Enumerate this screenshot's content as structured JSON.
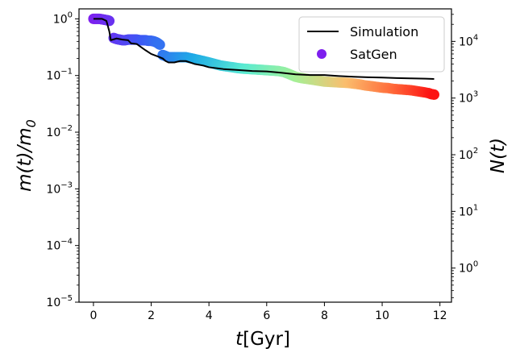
{
  "chart_data": {
    "type": "scatter",
    "xlabel_italic": "t",
    "xlabel_unit": "[Gyr]",
    "ylabel_left": "m(t)/m",
    "ylabel_left_sub": "0",
    "ylabel_right": "N(t)",
    "xlim": [
      -0.5,
      12.4
    ],
    "ylim_left": [
      1e-05,
      1.5
    ],
    "ylim_right": [
      0.25,
      37500
    ],
    "yscale": "log",
    "grid": false,
    "legend_position": "top-right",
    "x_ticks": [
      0,
      2,
      4,
      6,
      8,
      10,
      12
    ],
    "x_tick_labels": [
      "0",
      "2",
      "4",
      "6",
      "8",
      "10",
      "12"
    ],
    "left_ticks": [
      {
        "value": 1,
        "base": "10",
        "exp": "0"
      },
      {
        "value": 0.1,
        "base": "10",
        "exp": "−1"
      },
      {
        "value": 0.01,
        "base": "10",
        "exp": "−2"
      },
      {
        "value": 0.001,
        "base": "10",
        "exp": "−3"
      },
      {
        "value": 0.0001,
        "base": "10",
        "exp": "−4"
      },
      {
        "value": 1e-05,
        "base": "10",
        "exp": "−5"
      }
    ],
    "right_ticks": [
      {
        "value": 10000,
        "base": "10",
        "exp": "4"
      },
      {
        "value": 1000,
        "base": "10",
        "exp": "3"
      },
      {
        "value": 100,
        "base": "10",
        "exp": "2"
      },
      {
        "value": 10,
        "base": "10",
        "exp": "1"
      },
      {
        "value": 1,
        "base": "10",
        "exp": "0"
      }
    ],
    "series": [
      {
        "name": "Simulation",
        "kind": "line",
        "color": "#000000",
        "points": [
          [
            0,
            1.0
          ],
          [
            0.3,
            1.0
          ],
          [
            0.45,
            0.92
          ],
          [
            0.55,
            0.6
          ],
          [
            0.6,
            0.42
          ],
          [
            0.8,
            0.45
          ],
          [
            1.0,
            0.43
          ],
          [
            1.2,
            0.42
          ],
          [
            1.3,
            0.37
          ],
          [
            1.5,
            0.36
          ],
          [
            1.6,
            0.33
          ],
          [
            1.8,
            0.28
          ],
          [
            2.0,
            0.24
          ],
          [
            2.1,
            0.23
          ],
          [
            2.3,
            0.21
          ],
          [
            2.4,
            0.2
          ],
          [
            2.5,
            0.18
          ],
          [
            2.6,
            0.17
          ],
          [
            2.8,
            0.17
          ],
          [
            3.0,
            0.18
          ],
          [
            3.2,
            0.18
          ],
          [
            3.5,
            0.16
          ],
          [
            3.8,
            0.15
          ],
          [
            4.0,
            0.14
          ],
          [
            4.5,
            0.13
          ],
          [
            5.0,
            0.125
          ],
          [
            5.5,
            0.12
          ],
          [
            6.0,
            0.118
          ],
          [
            6.5,
            0.112
          ],
          [
            7.0,
            0.105
          ],
          [
            7.5,
            0.102
          ],
          [
            8.0,
            0.102
          ],
          [
            8.5,
            0.098
          ],
          [
            9.0,
            0.095
          ],
          [
            9.5,
            0.093
          ],
          [
            10.0,
            0.092
          ],
          [
            10.5,
            0.09
          ],
          [
            11.0,
            0.089
          ],
          [
            11.5,
            0.088
          ],
          [
            11.8,
            0.087
          ]
        ]
      },
      {
        "name": "SatGen",
        "kind": "scatter",
        "color": "#7e1fee",
        "points": [
          [
            0.0,
            1.0
          ],
          [
            0.1,
            1.0
          ],
          [
            0.2,
            1.0
          ],
          [
            0.3,
            0.98
          ],
          [
            0.4,
            0.96
          ],
          [
            0.5,
            0.94
          ],
          [
            0.55,
            0.92
          ],
          [
            0.7,
            0.46
          ],
          [
            0.8,
            0.44
          ],
          [
            0.9,
            0.43
          ],
          [
            1.0,
            0.42
          ],
          [
            1.1,
            0.42
          ],
          [
            1.2,
            0.43
          ],
          [
            1.3,
            0.43
          ],
          [
            1.4,
            0.43
          ],
          [
            1.5,
            0.43
          ],
          [
            1.6,
            0.42
          ],
          [
            1.7,
            0.42
          ],
          [
            1.8,
            0.42
          ],
          [
            1.9,
            0.41
          ],
          [
            2.0,
            0.41
          ],
          [
            2.1,
            0.4
          ],
          [
            2.2,
            0.38
          ],
          [
            2.3,
            0.35
          ],
          [
            2.4,
            0.23
          ],
          [
            2.5,
            0.22
          ],
          [
            2.6,
            0.21
          ],
          [
            2.8,
            0.21
          ],
          [
            3.0,
            0.21
          ],
          [
            3.2,
            0.21
          ],
          [
            3.4,
            0.2
          ],
          [
            3.6,
            0.19
          ],
          [
            3.8,
            0.18
          ],
          [
            4.0,
            0.17
          ],
          [
            4.2,
            0.16
          ],
          [
            4.4,
            0.15
          ],
          [
            4.6,
            0.145
          ],
          [
            4.8,
            0.14
          ],
          [
            5.0,
            0.135
          ],
          [
            5.2,
            0.132
          ],
          [
            5.4,
            0.13
          ],
          [
            5.6,
            0.128
          ],
          [
            5.8,
            0.126
          ],
          [
            6.0,
            0.124
          ],
          [
            6.2,
            0.122
          ],
          [
            6.4,
            0.12
          ],
          [
            6.6,
            0.115
          ],
          [
            6.8,
            0.105
          ],
          [
            7.0,
            0.095
          ],
          [
            7.2,
            0.09
          ],
          [
            7.4,
            0.087
          ],
          [
            7.6,
            0.084
          ],
          [
            7.8,
            0.081
          ],
          [
            8.0,
            0.078
          ],
          [
            8.2,
            0.077
          ],
          [
            8.4,
            0.076
          ],
          [
            8.6,
            0.075
          ],
          [
            8.8,
            0.074
          ],
          [
            9.0,
            0.072
          ],
          [
            9.2,
            0.07
          ],
          [
            9.4,
            0.067
          ],
          [
            9.6,
            0.065
          ],
          [
            9.8,
            0.063
          ],
          [
            10.0,
            0.061
          ],
          [
            10.2,
            0.06
          ],
          [
            10.4,
            0.058
          ],
          [
            10.6,
            0.057
          ],
          [
            10.8,
            0.056
          ],
          [
            11.0,
            0.055
          ],
          [
            11.2,
            0.053
          ],
          [
            11.4,
            0.051
          ],
          [
            11.6,
            0.049
          ],
          [
            11.7,
            0.047
          ],
          [
            11.8,
            0.046
          ]
        ]
      }
    ],
    "legend": [
      {
        "label": "Simulation",
        "marker": "line",
        "color": "#000000"
      },
      {
        "label": "SatGen",
        "marker": "dot",
        "color": "#7e1fee"
      }
    ]
  }
}
